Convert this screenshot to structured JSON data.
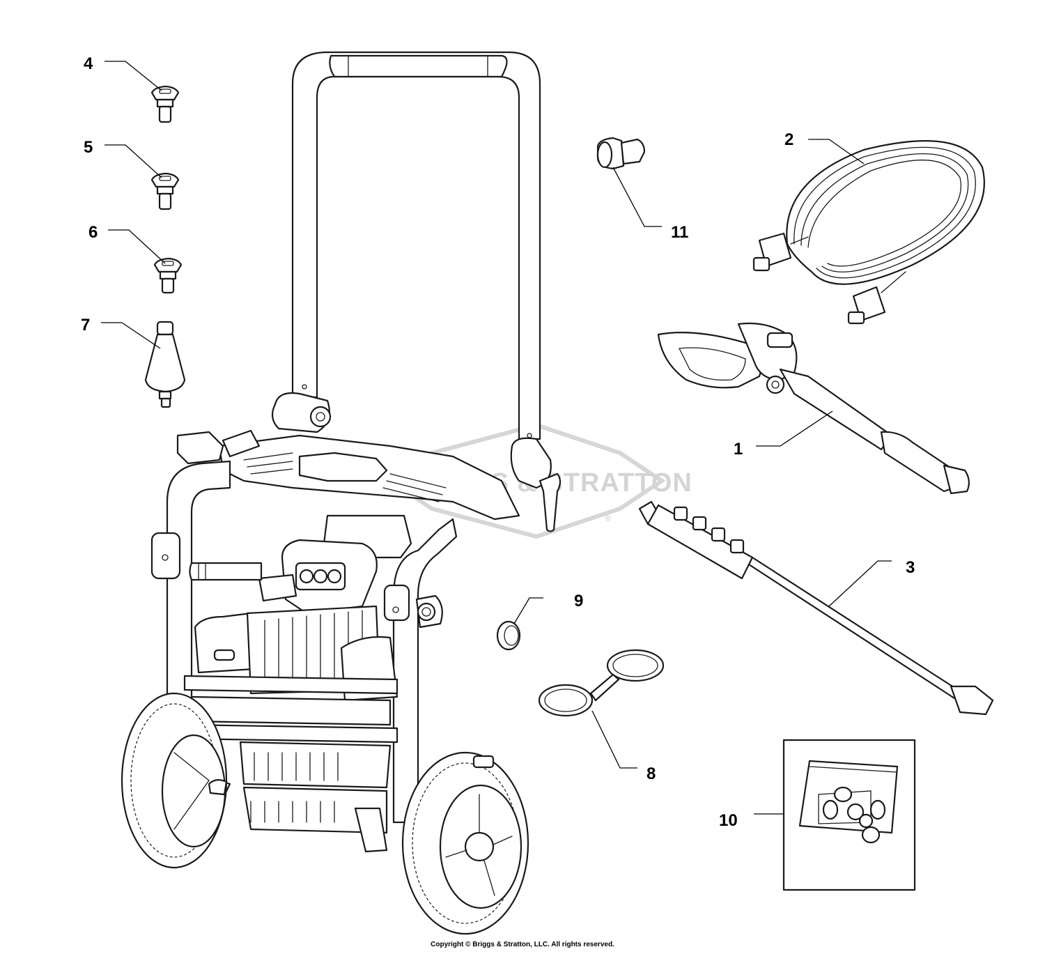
{
  "callouts": [
    {
      "id": "1",
      "label": "1"
    },
    {
      "id": "2",
      "label": "2"
    },
    {
      "id": "3",
      "label": "3"
    },
    {
      "id": "4",
      "label": "4"
    },
    {
      "id": "5",
      "label": "5"
    },
    {
      "id": "6",
      "label": "6"
    },
    {
      "id": "7",
      "label": "7"
    },
    {
      "id": "8",
      "label": "8"
    },
    {
      "id": "9",
      "label": "9"
    },
    {
      "id": "10",
      "label": "10"
    },
    {
      "id": "11",
      "label": "11"
    }
  ],
  "watermark": {
    "text": "BRIGGS & STRATTON",
    "registered_mark": "®"
  },
  "copyright": "Copyright © Briggs & Stratton, LLC. All rights reserved.",
  "colors": {
    "line": "#1a1a1a",
    "watermark": "#d6d6d6",
    "background": "#ffffff"
  }
}
